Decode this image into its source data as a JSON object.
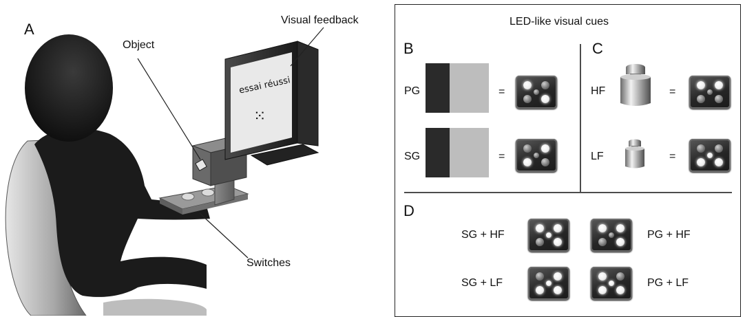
{
  "panel_a": {
    "label": "A",
    "callouts": {
      "visual_feedback": "Visual feedback",
      "object": "Object",
      "switches": "Switches"
    },
    "monitor": {
      "message": "essai réussi",
      "cue_dots_glyph": "⁙"
    }
  },
  "right_panel": {
    "title": "LED-like visual cues",
    "panel_b": {
      "label": "B",
      "rows": [
        {
          "abbr": "PG",
          "equals": "=",
          "photo": "precision-grip-photo"
        },
        {
          "abbr": "SG",
          "equals": "=",
          "photo": "side-grip-photo"
        }
      ]
    },
    "panel_c": {
      "label": "C",
      "rows": [
        {
          "abbr": "HF",
          "equals": "=",
          "weight": "heavy-weight"
        },
        {
          "abbr": "LF",
          "equals": "=",
          "weight": "light-weight"
        }
      ]
    },
    "panel_d": {
      "label": "D",
      "combos": [
        {
          "text": "SG + HF"
        },
        {
          "text": "PG + HF"
        },
        {
          "text": "SG + LF"
        },
        {
          "text": "PG + LF"
        }
      ]
    }
  },
  "colors": {
    "led_off": "#7a7a7a",
    "led_on": "#ffffff",
    "cue_body": "#262626",
    "figure": "#1b1b1b"
  }
}
